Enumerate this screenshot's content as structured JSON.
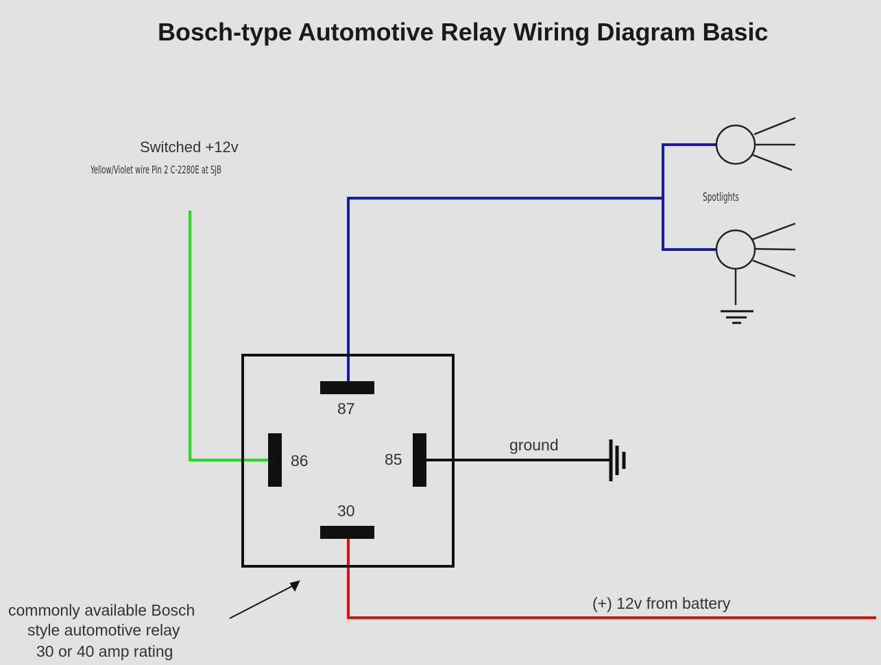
{
  "title": "Bosch-type Automotive Relay Wiring Diagram Basic",
  "switched_label": "Switched +12v",
  "switched_note": "Yellow/Violet wire Pin 2 C-2280E at SJB",
  "spotlights_label": "Spotlights",
  "pins": {
    "p87": "87",
    "p86": "86",
    "p85": "85",
    "p30": "30"
  },
  "ground_label": "ground",
  "battery_label": "(+) 12v from battery",
  "relay_caption": [
    "commonly available Bosch",
    "style automotive relay",
    "30 or 40 amp rating"
  ],
  "colors": {
    "switched_wire": "#22dd22",
    "load_wire": "#1a1aaa",
    "battery_wire": "#dd1111",
    "ground_wire": "#111111"
  }
}
